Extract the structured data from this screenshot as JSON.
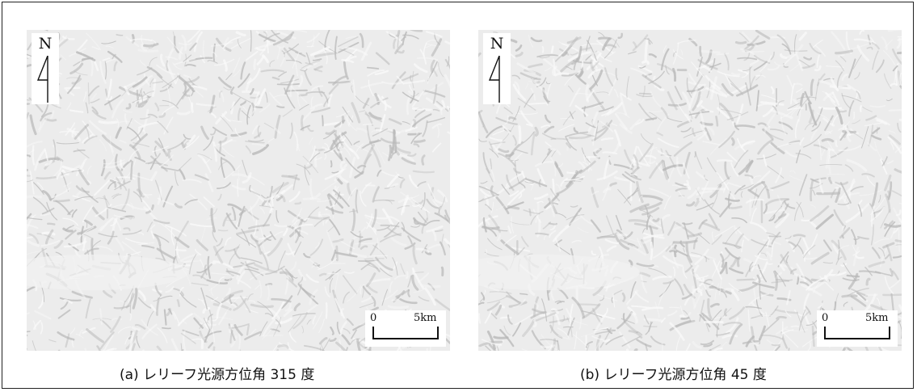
{
  "panels": [
    {
      "id": "a",
      "caption": "(a) レリーフ光源方位角 315 度",
      "north_label": "N",
      "scale_labels": [
        "0",
        "5km"
      ],
      "light_azimuth_deg": 315
    },
    {
      "id": "b",
      "caption": "(b) レリーフ光源方位角 45 度",
      "north_label": "N",
      "scale_labels": [
        "0",
        "5km"
      ],
      "light_azimuth_deg": 45
    }
  ],
  "colors": {
    "relief_base": "#ececec",
    "relief_shadow": "#b8b8b8",
    "relief_highlight": "#fafafa",
    "frame": "#222222"
  },
  "icons": [
    "north-arrow-icon",
    "scale-bar-icon"
  ]
}
